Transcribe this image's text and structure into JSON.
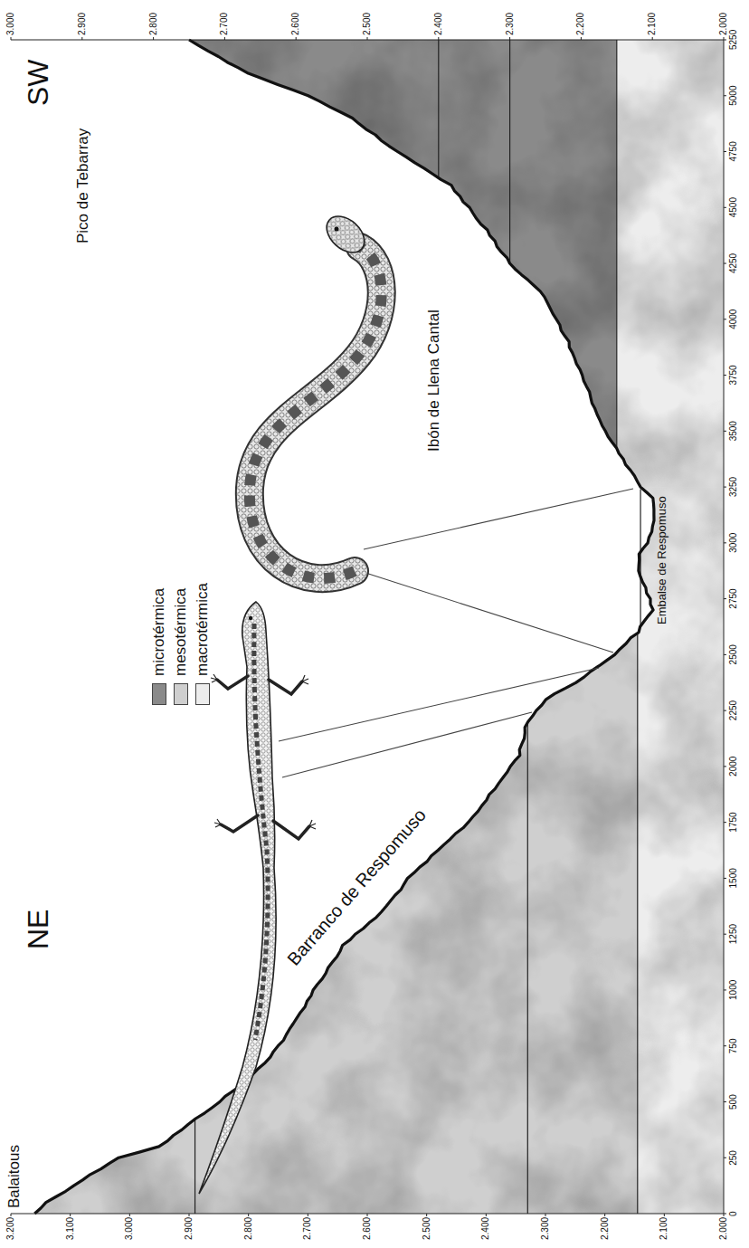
{
  "diagram": {
    "labels": [
      "Balaitous",
      "NE",
      "SW",
      "Pico de Tebarray",
      "Ibón de Llena Cantal",
      "Embalse de Respomuso",
      "Barranco de Respomuso",
      "3.200",
      "3.100",
      "3.000",
      "2.900",
      "2.800",
      "2.700",
      "2.600",
      "2.500",
      "2.400",
      "2.300",
      "2.200",
      "2.100",
      "2.000",
      "3.000",
      "2.900",
      "2.800",
      "2.700",
      "2.600",
      "2.500",
      "2.400",
      "2.300",
      "2.200",
      "2.100",
      "2.000",
      "0",
      "250",
      "500",
      "750",
      "1000",
      "1250",
      "1500",
      "1750",
      "2000",
      "2250",
      "2500",
      "2750",
      "3000",
      "3250",
      "3500",
      "3750",
      "4000",
      "4250",
      "4500",
      "4750",
      "5000",
      "5250"
    ],
    "legend": [
      {
        "text": "microtérmica",
        "color": "#8a8a8a"
      },
      {
        "text": "mesotérmica",
        "color": "#cfcfcf"
      },
      {
        "text": "macrotérmica",
        "color": "#ededed"
      }
    ]
  }
}
